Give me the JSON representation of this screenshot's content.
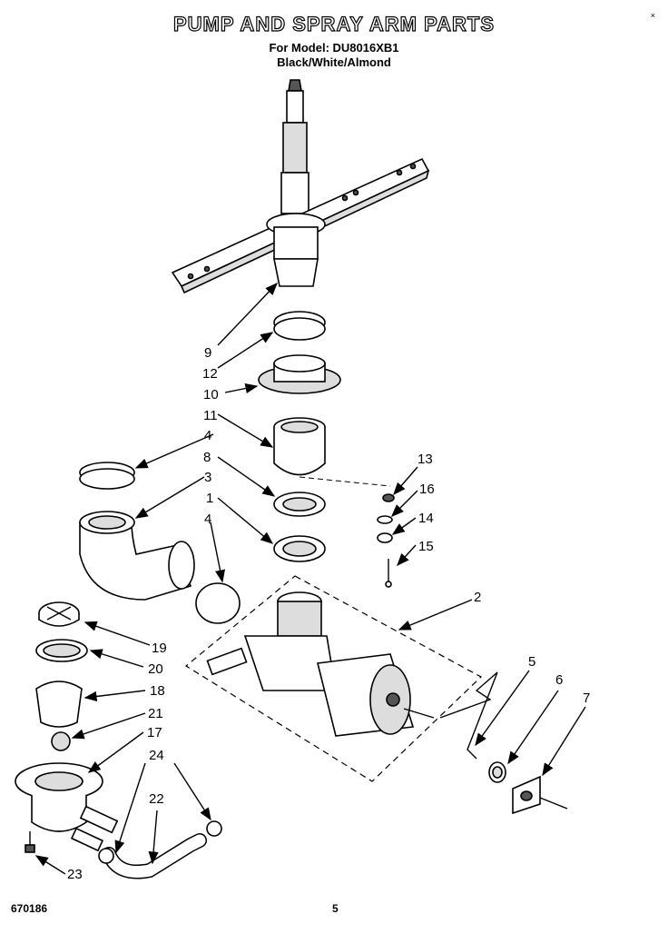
{
  "header": {
    "title": "PUMP AND SPRAY ARM PARTS",
    "model_line": "For Model: DU8016XB1",
    "colors_line": "Black/White/Almond",
    "corner_mark": "×"
  },
  "footer": {
    "doc_code": "670186",
    "page_number": "5"
  },
  "callouts": [
    "9",
    "12",
    "10",
    "11",
    "4",
    "8",
    "3",
    "1",
    "4",
    "13",
    "16",
    "14",
    "15",
    "2",
    "19",
    "20",
    "18",
    "21",
    "17",
    "24",
    "22",
    "23",
    "5",
    "6",
    "7"
  ]
}
